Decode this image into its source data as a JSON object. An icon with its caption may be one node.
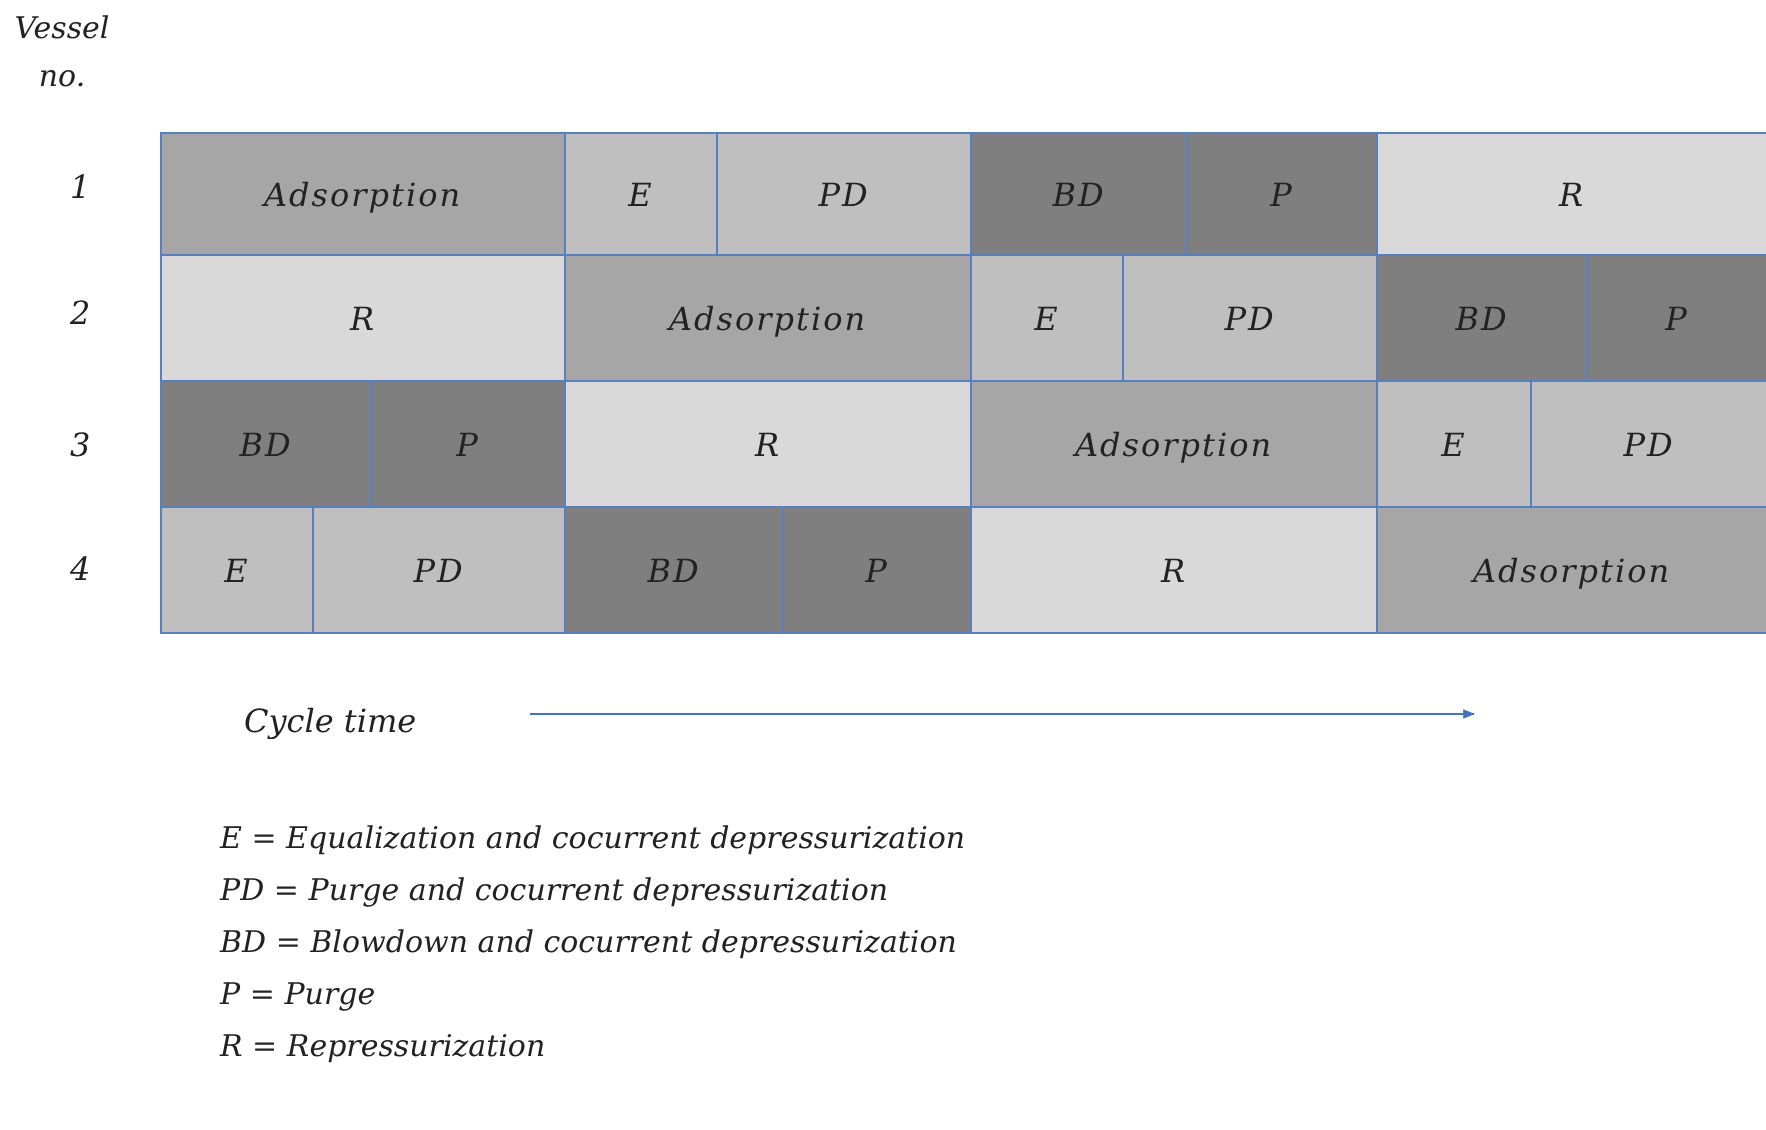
{
  "diagram": {
    "nodes": [
      {
        "text": [
          "Adsorption"
        ]
      },
      {
        "text": [
          "E"
        ]
      },
      {
        "text": [
          "PD"
        ]
      },
      {
        "text": [
          "BD"
        ]
      },
      {
        "text": [
          "P"
        ]
      },
      {
        "text": [
          "R"
        ]
      },
      {
        "text": [
          "R"
        ]
      },
      {
        "text": [
          "Adsorption"
        ]
      },
      {
        "text": [
          "E"
        ]
      },
      {
        "text": [
          "PD"
        ]
      },
      {
        "text": [
          "BD"
        ]
      },
      {
        "text": [
          "P"
        ]
      },
      {
        "text": [
          "BD"
        ]
      },
      {
        "text": [
          "P"
        ]
      },
      {
        "text": [
          "R"
        ]
      },
      {
        "text": [
          "Adsorption"
        ]
      },
      {
        "text": [
          "E"
        ]
      },
      {
        "text": [
          "PD"
        ]
      },
      {
        "text": [
          "E"
        ]
      },
      {
        "text": [
          "PD"
        ]
      },
      {
        "text": [
          "BD"
        ]
      },
      {
        "text": [
          "P"
        ]
      },
      {
        "text": [
          "R"
        ]
      },
      {
        "text": [
          "Adsorption"
        ]
      }
    ],
    "labels": [
      "Vessel no.",
      "1",
      "2",
      "3",
      "4",
      "Cycle time",
      "E = Equalization and cocurrent depressurization",
      "PD = Purge and cocurrent depressurization",
      "BD = Blowdown and cocurrent depressurization",
      "P = Purge",
      "R = Repressurization"
    ]
  }
}
